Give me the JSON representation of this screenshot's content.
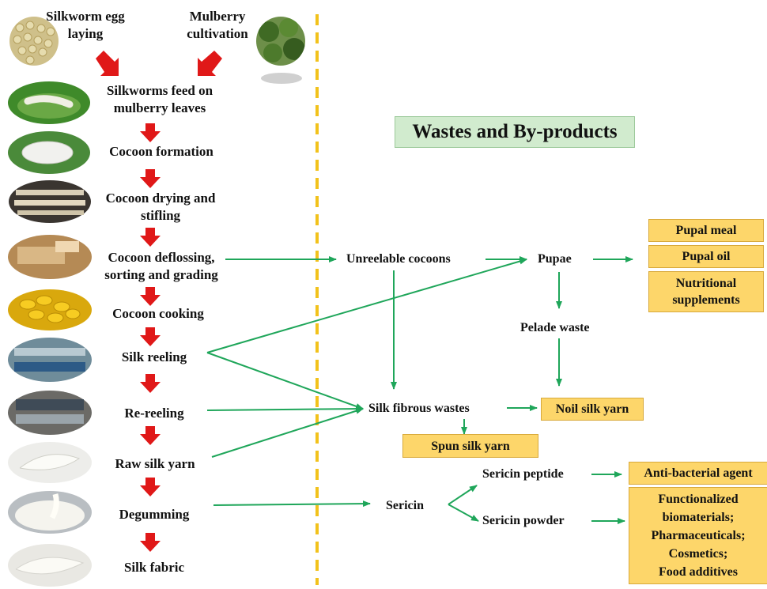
{
  "title": "Wastes and By-products",
  "process_steps": [
    {
      "id": "egg",
      "label": "Silkworm egg\nlaying",
      "image": "silkworm-eggs"
    },
    {
      "id": "mulberry",
      "label": "Mulberry\ncultivation",
      "image": "mulberry-tree"
    },
    {
      "id": "feed",
      "label": "Silkworms feed on\nmulberry leaves",
      "image": "silkworms-on-leaves"
    },
    {
      "id": "formation",
      "label": "Cocoon formation",
      "image": "white-cocoon"
    },
    {
      "id": "drying",
      "label": "Cocoon drying and\nstifling",
      "image": "cocoon-trays"
    },
    {
      "id": "deflossing",
      "label": "Cocoon deflossing,\nsorting and grading",
      "image": "sorting-machine"
    },
    {
      "id": "cooking",
      "label": "Cocoon cooking",
      "image": "yellow-cocoons"
    },
    {
      "id": "reeling",
      "label": "Silk reeling",
      "image": "reeling-machine"
    },
    {
      "id": "rereeling",
      "label": "Re-reeling",
      "image": "rereeling-machine"
    },
    {
      "id": "rawyarn",
      "label": "Raw silk yarn",
      "image": "silk-skein"
    },
    {
      "id": "degumming",
      "label": "Degumming",
      "image": "milky-liquid"
    },
    {
      "id": "fabric",
      "label": "Silk fabric",
      "image": "silk-cloth"
    }
  ],
  "waste_nodes": {
    "unreelable": "Unreelable cocoons",
    "pupae": "Pupae",
    "pelade": "Pelade waste",
    "fibrous": "Silk fibrous wastes",
    "sericin": "Sericin",
    "sericin_peptide": "Sericin peptide",
    "sericin_powder": "Sericin powder"
  },
  "products": {
    "pupal_meal": "Pupal meal",
    "pupal_oil": "Pupal oil",
    "nutritional": "Nutritional\nsupplements",
    "noil": "Noil silk yarn",
    "spun": "Spun silk yarn",
    "antibacterial": "Anti-bacterial agent",
    "functionalized": "Functionalized\nbiomaterials;\nPharmaceuticals;\nCosmetics;\nFood additives"
  },
  "colors": {
    "red_arrow": "#e01818",
    "green_arrow": "#1fa65a",
    "divider": "#f2c21b",
    "product_box": "#fdd66a",
    "title_box": "#d1ebce"
  }
}
